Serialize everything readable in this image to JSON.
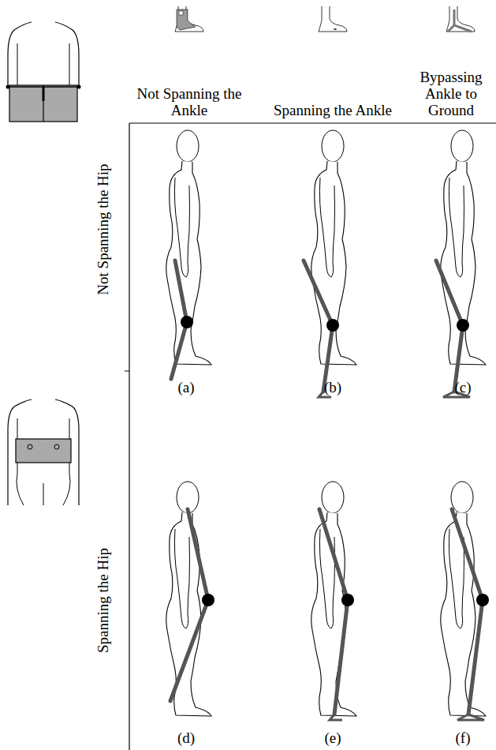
{
  "diagram": {
    "labels": [
      "Not Spanning the Ankle",
      "Spanning the Ankle",
      "Bypassing Ankle to Ground",
      "Not Spanning the Hip",
      "Spanning the Hip",
      "(a)",
      "(b)",
      "(c)",
      "(d)",
      "(e)",
      "(f)"
    ]
  }
}
